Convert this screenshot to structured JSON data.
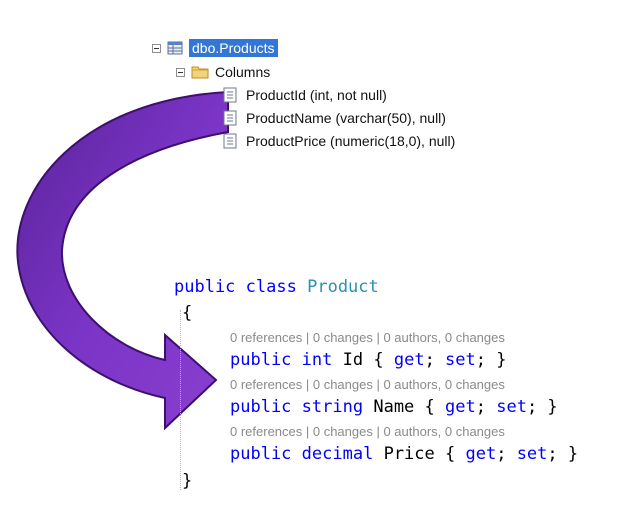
{
  "object_explorer": {
    "table_name": "dbo.Products",
    "folder_label": "Columns",
    "columns": [
      "ProductId (int, not null)",
      "ProductName (varchar(50), null)",
      "ProductPrice (numeric(18,0), null)"
    ]
  },
  "code": {
    "class_decl": {
      "kw1": "public",
      "kw2": "class",
      "name": "Product"
    },
    "open_brace": "{",
    "close_brace": "}",
    "properties": [
      {
        "lens": "0 references | 0 changes | 0 authors, 0 changes",
        "kw": "public",
        "type": "int",
        "name": "Id",
        "get": "get",
        "set": "set"
      },
      {
        "lens": "0 references | 0 changes | 0 authors, 0 changes",
        "kw": "public",
        "type": "string",
        "name": "Name",
        "get": "get",
        "set": "set"
      },
      {
        "lens": "0 references | 0 changes | 0 authors, 0 changes",
        "kw": "public",
        "type": "decimal",
        "name": "Price",
        "get": "get",
        "set": "set"
      }
    ]
  },
  "colors": {
    "keyword": "#0000ff",
    "type_name": "#2b91af",
    "codelens": "#8a8a8a",
    "selection": "#3377d6",
    "arrow_light": "#8a3fd0",
    "arrow_dark": "#3d0f6e"
  },
  "icons": [
    "expander-minus-icon",
    "table-icon",
    "folder-icon",
    "column-icon",
    "curved-arrow"
  ]
}
